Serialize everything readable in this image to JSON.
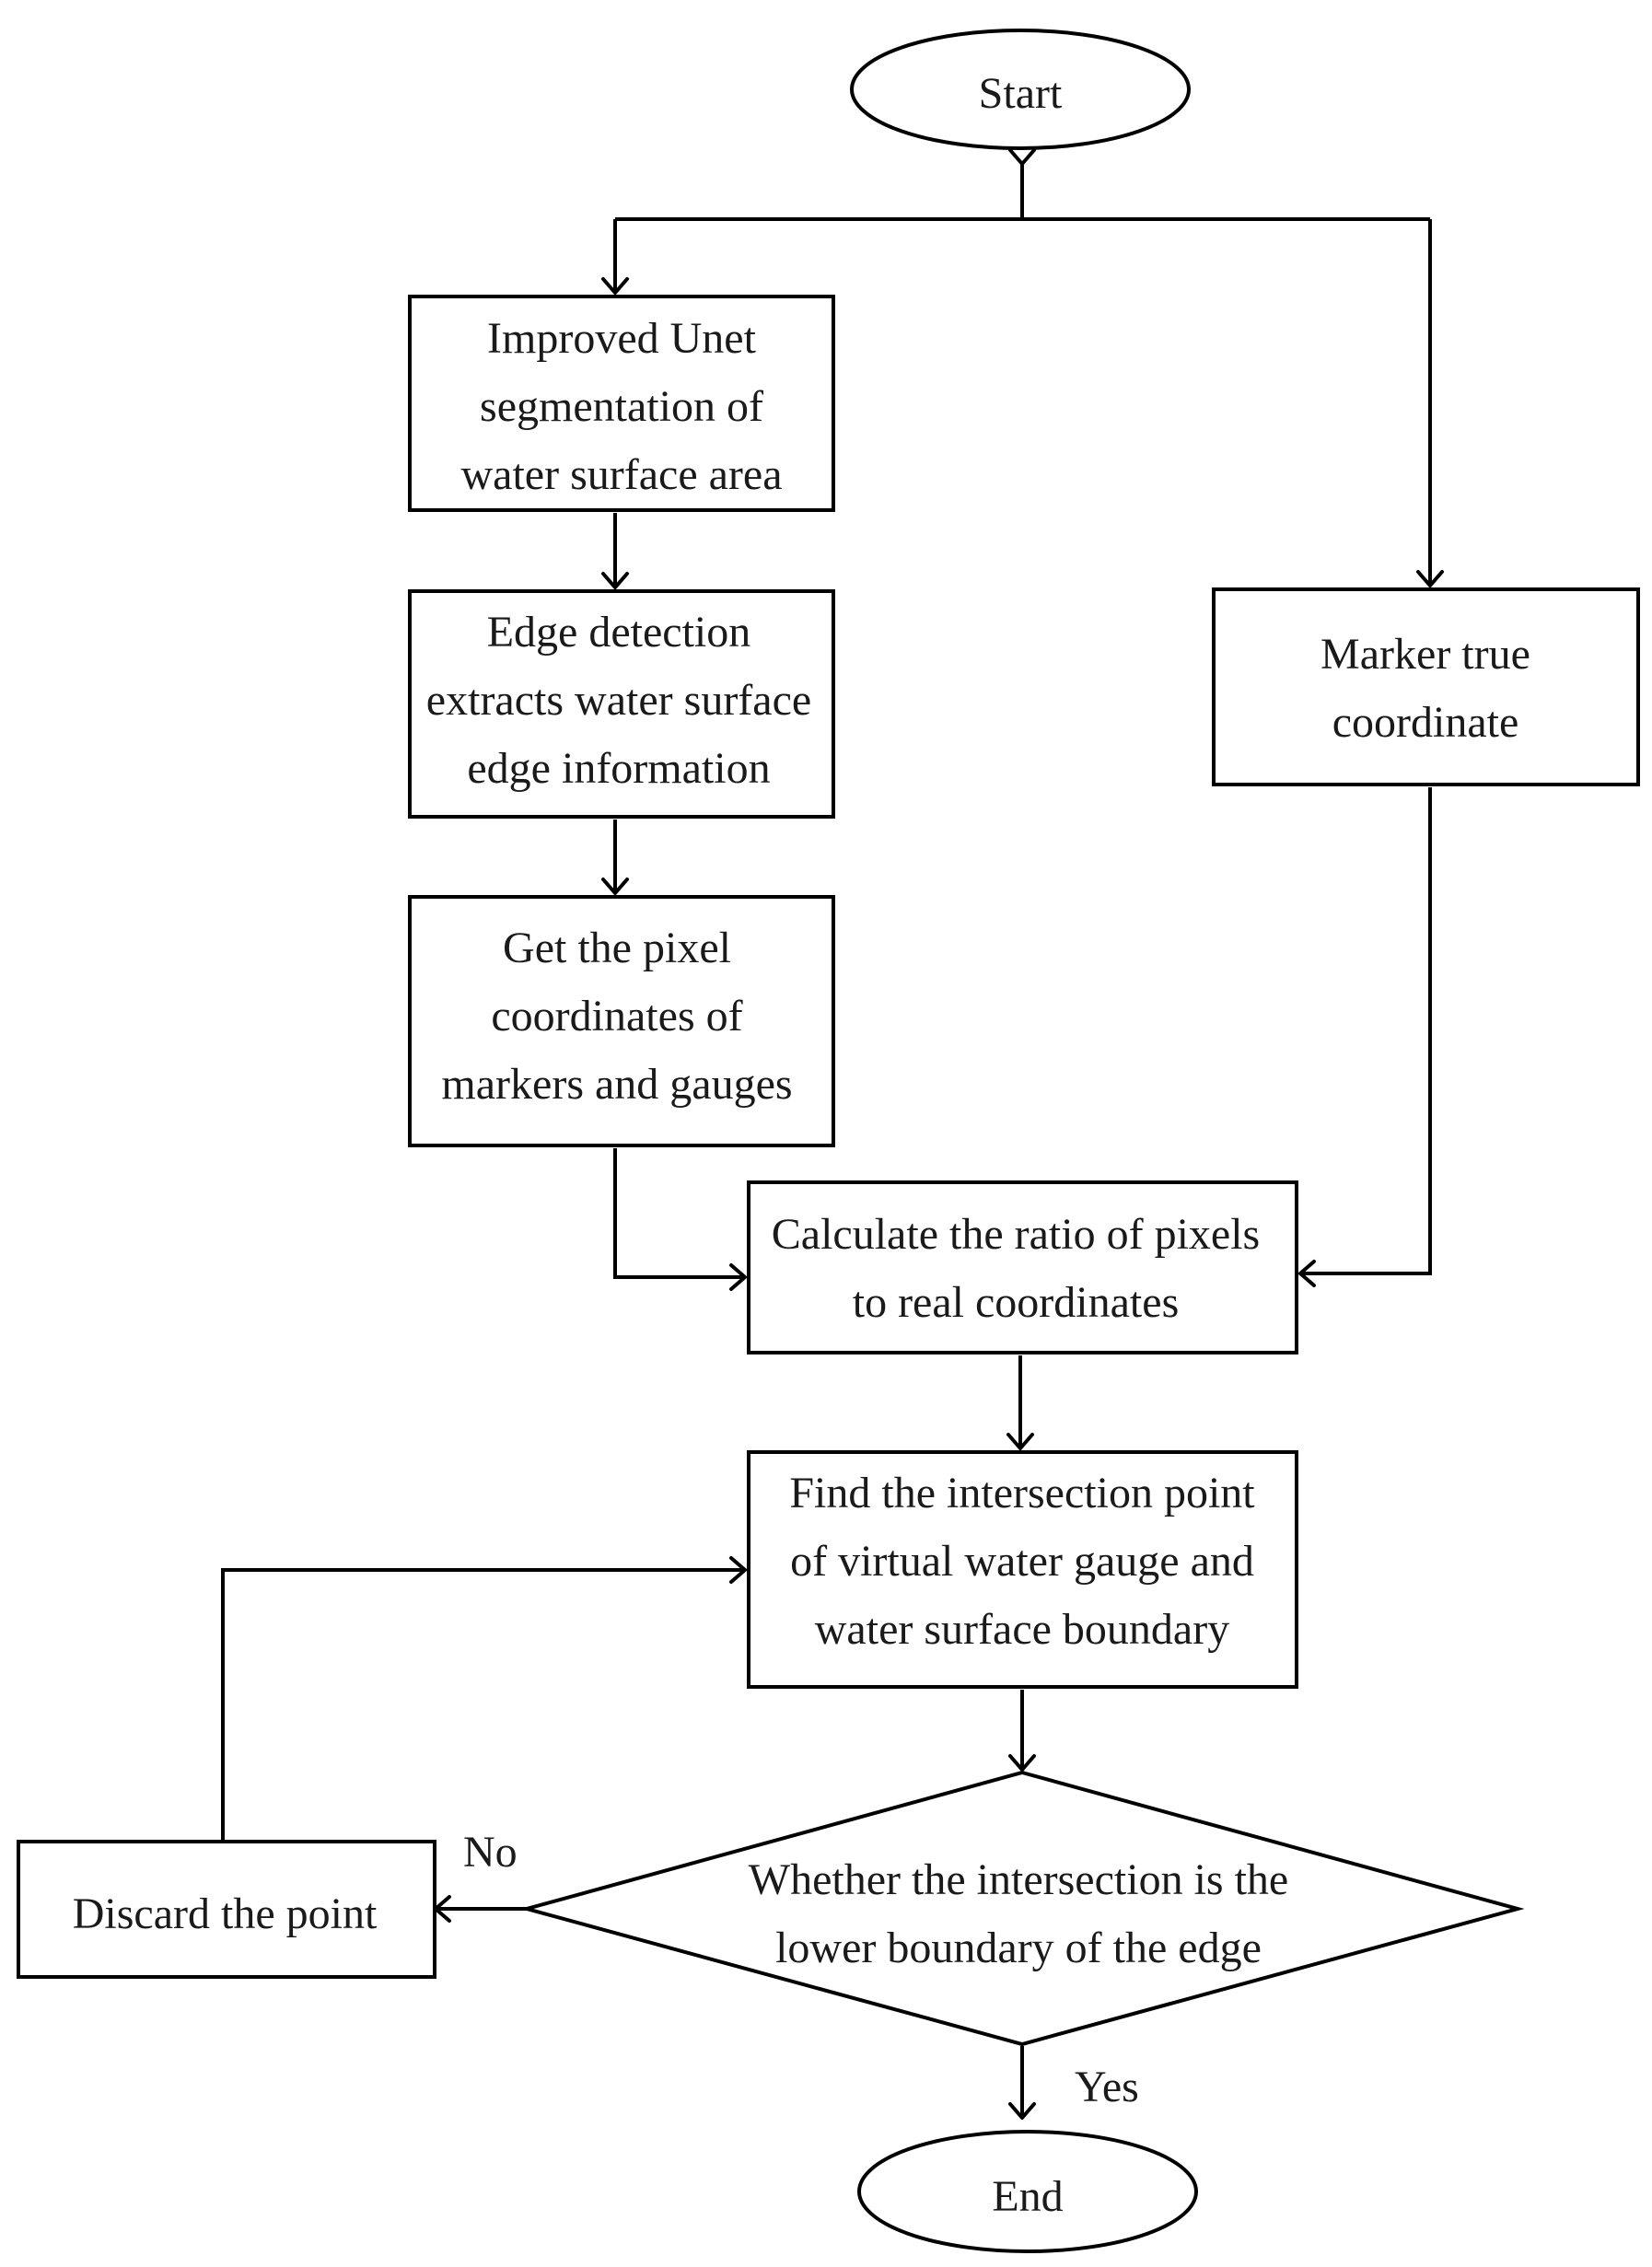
{
  "nodes": {
    "start": {
      "lines": [
        "Start"
      ]
    },
    "unet": {
      "lines": [
        "Improved Unet",
        "segmentation of",
        "water surface area"
      ]
    },
    "edge_detection": {
      "lines": [
        "Edge detection",
        "extracts water surface",
        "edge information"
      ]
    },
    "pixel_coords": {
      "lines": [
        "Get the pixel",
        "coordinates of",
        "markers and gauges"
      ]
    },
    "marker_true": {
      "lines": [
        "Marker true",
        "coordinate"
      ]
    },
    "ratio": {
      "lines": [
        "Calculate the ratio of pixels",
        "to real coordinates"
      ]
    },
    "intersection": {
      "lines": [
        "Find the intersection point",
        "of virtual water gauge and",
        "water surface boundary"
      ]
    },
    "decision": {
      "lines": [
        "Whether the intersection is the",
        "lower boundary of the edge"
      ]
    },
    "discard": {
      "lines": [
        "Discard the point"
      ]
    },
    "end": {
      "lines": [
        "End"
      ]
    }
  },
  "edge_labels": {
    "no": "No",
    "yes": "Yes"
  }
}
